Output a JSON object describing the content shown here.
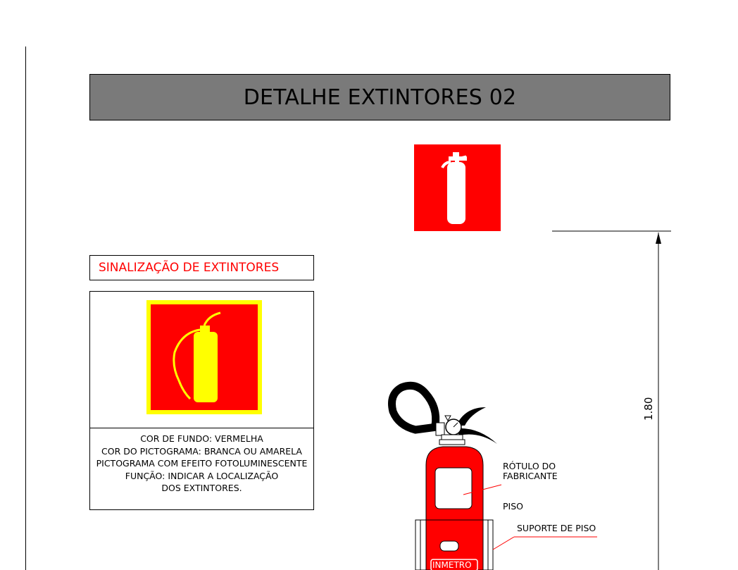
{
  "title": "DETALHE EXTINTORES 02",
  "signage": {
    "header": "SINALIZAÇÃO DE EXTINTORES",
    "description": [
      "COR DE FUNDO: VERMELHA",
      "COR DO PICTOGRAMA: BRANCA OU AMARELA",
      "PICTOGRAMA COM EFEITO FOTOLUMINESCENTE",
      "FUNÇÃO: INDICAR A LOCALIZAÇÃO",
      "DOS EXTINTORES."
    ]
  },
  "labels": {
    "rotulo_line1": "RÓTULO DO",
    "rotulo_line2": "FABRICANTE",
    "piso": "PISO",
    "suporte": "SUPORTE DE PISO",
    "inmetro": "INMETRO",
    "dimension": "1.80"
  },
  "colors": {
    "sign_red": "#ff0000",
    "pictogram_yellow": "#ffff00",
    "pictogram_white": "#ffffff",
    "title_bar": "#7a7a7a"
  }
}
